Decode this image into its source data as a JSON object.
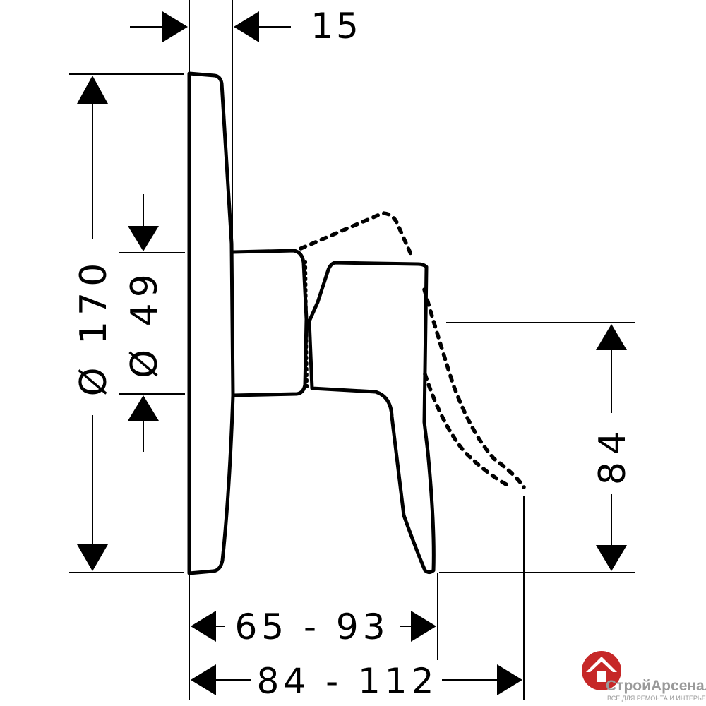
{
  "dimensions": {
    "wall_gap": "15",
    "plate_diameter": "Ø 170",
    "body_diameter": "Ø 49",
    "lever_height": "84",
    "projection_min": "65 - 93",
    "projection_max": "84 - 112"
  },
  "brand": {
    "name": "СтройАрсенал",
    "tagline": "ВСЕ ДЛЯ РЕМОНТА И ИНТЕРЬЕРА",
    "color": "#c62828"
  }
}
